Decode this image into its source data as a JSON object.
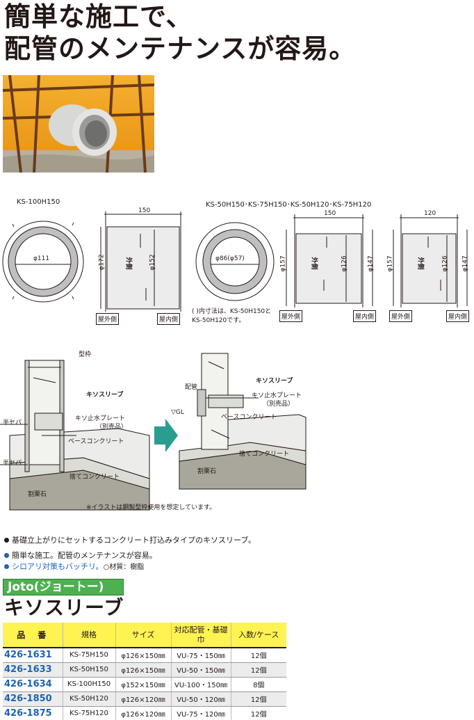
{
  "headline": {
    "line1": "簡単な施工で、",
    "line2": "配管のメンテナンスが容易。"
  },
  "diagram_left": {
    "model": "KS-100H150",
    "inner_dia": "φ111",
    "outer_dia": "φ172",
    "length": "150",
    "sleeve_dia": "φ152",
    "side_outside": "屋外側",
    "side_inside": "屋内側",
    "mark": "外側"
  },
  "diagram_right": {
    "models": "KS-50H150･KS-75H150･KS-50H120･KS-75H120",
    "inner_dia": "φ86(φ57)",
    "length_a": "150",
    "length_b": "120",
    "outer_dia": "φ157",
    "sleeve_dia": "φ126",
    "flange_dia": "φ147",
    "note_line1": "( )内寸法は、KS-50H150と",
    "note_line2": "KS-50H120です。",
    "side_outside": "屋外側",
    "side_inside": "屋内側",
    "mark": "外側"
  },
  "illustration": {
    "katawaku": "型枠",
    "kiso_sleeve": "キソスリーブ",
    "plate": "キソ止水プレート",
    "plate_note": "（別売品）",
    "base_concrete": "ベースコンクリート",
    "hansepa": "半セパ",
    "sute_concrete": "捨てコンクリート",
    "wariguri": "割栗石",
    "haikan": "配管",
    "gl": "▽GL",
    "note": "※イラストは鋼製型枠使用を想定しています。"
  },
  "bullets": [
    {
      "text": "基礎立上がりにセットするコンクリート打込みタイプのキソスリーブ。",
      "color": "#231815"
    },
    {
      "text": "簡単な施工。配管のメンテナンスが容易。",
      "color": "#1d63b5"
    },
    {
      "text": "シロアリ対策もバッチリ。",
      "color": "#1d63b5",
      "extra": "○材質：樹脂"
    }
  ],
  "brand": "Joto(ジョートー)",
  "product_name": "キソスリーブ",
  "table": {
    "headers": [
      "品　番",
      "規格",
      "サイズ",
      "対応配管・基礎巾",
      "入数/ケース"
    ],
    "rows": [
      [
        "426-1631",
        "KS-75H150",
        "φ126×150㎜",
        "VU-75・150㎜",
        "12個"
      ],
      [
        "426-1633",
        "KS-50H150",
        "φ126×150㎜",
        "VU-50・150㎜",
        "12個"
      ],
      [
        "426-1634",
        "KS-100H150",
        "φ152×150㎜",
        "VU-100・150㎜",
        "8個"
      ],
      [
        "426-1850",
        "KS-50H120",
        "φ126×120㎜",
        "VU-50・120㎜",
        "12個"
      ],
      [
        "426-1875",
        "KS-75H120",
        "φ126×120㎜",
        "VU-75・120㎜",
        "12個"
      ]
    ]
  },
  "colors": {
    "accent_blue": "#1d63b5",
    "brand_green": "#4db14f",
    "header_yellow": "#fff352",
    "arrow_teal": "#2a9d8f",
    "photo_orange": "#f0a020"
  }
}
